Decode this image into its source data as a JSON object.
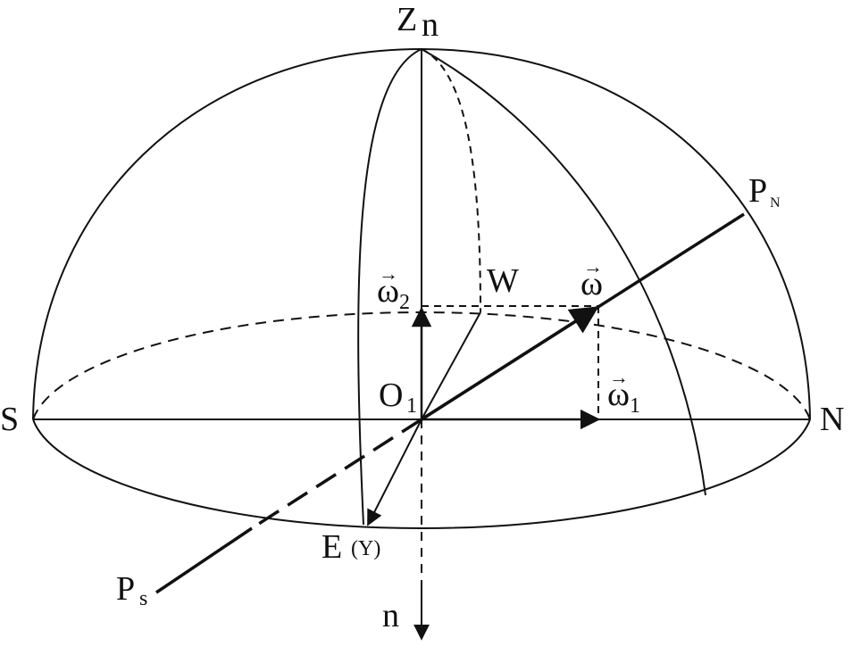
{
  "labels": {
    "zenith_main": "Z",
    "zenith_sub": "n",
    "pole_north_main": "P",
    "pole_north_sub": "N",
    "pole_south_main": "P",
    "pole_south_sub": "s",
    "south": "S",
    "north": "N",
    "west": "W",
    "east_main": "E",
    "east_sub": "(Y)",
    "origin_main": "O",
    "origin_sub": "1",
    "nadir": "n",
    "omega": "ω",
    "omega1_sub": "1",
    "omega2_sub": "2",
    "vector_arrow": "→"
  },
  "colors": {
    "ink": "#111111",
    "background": "#ffffff"
  }
}
